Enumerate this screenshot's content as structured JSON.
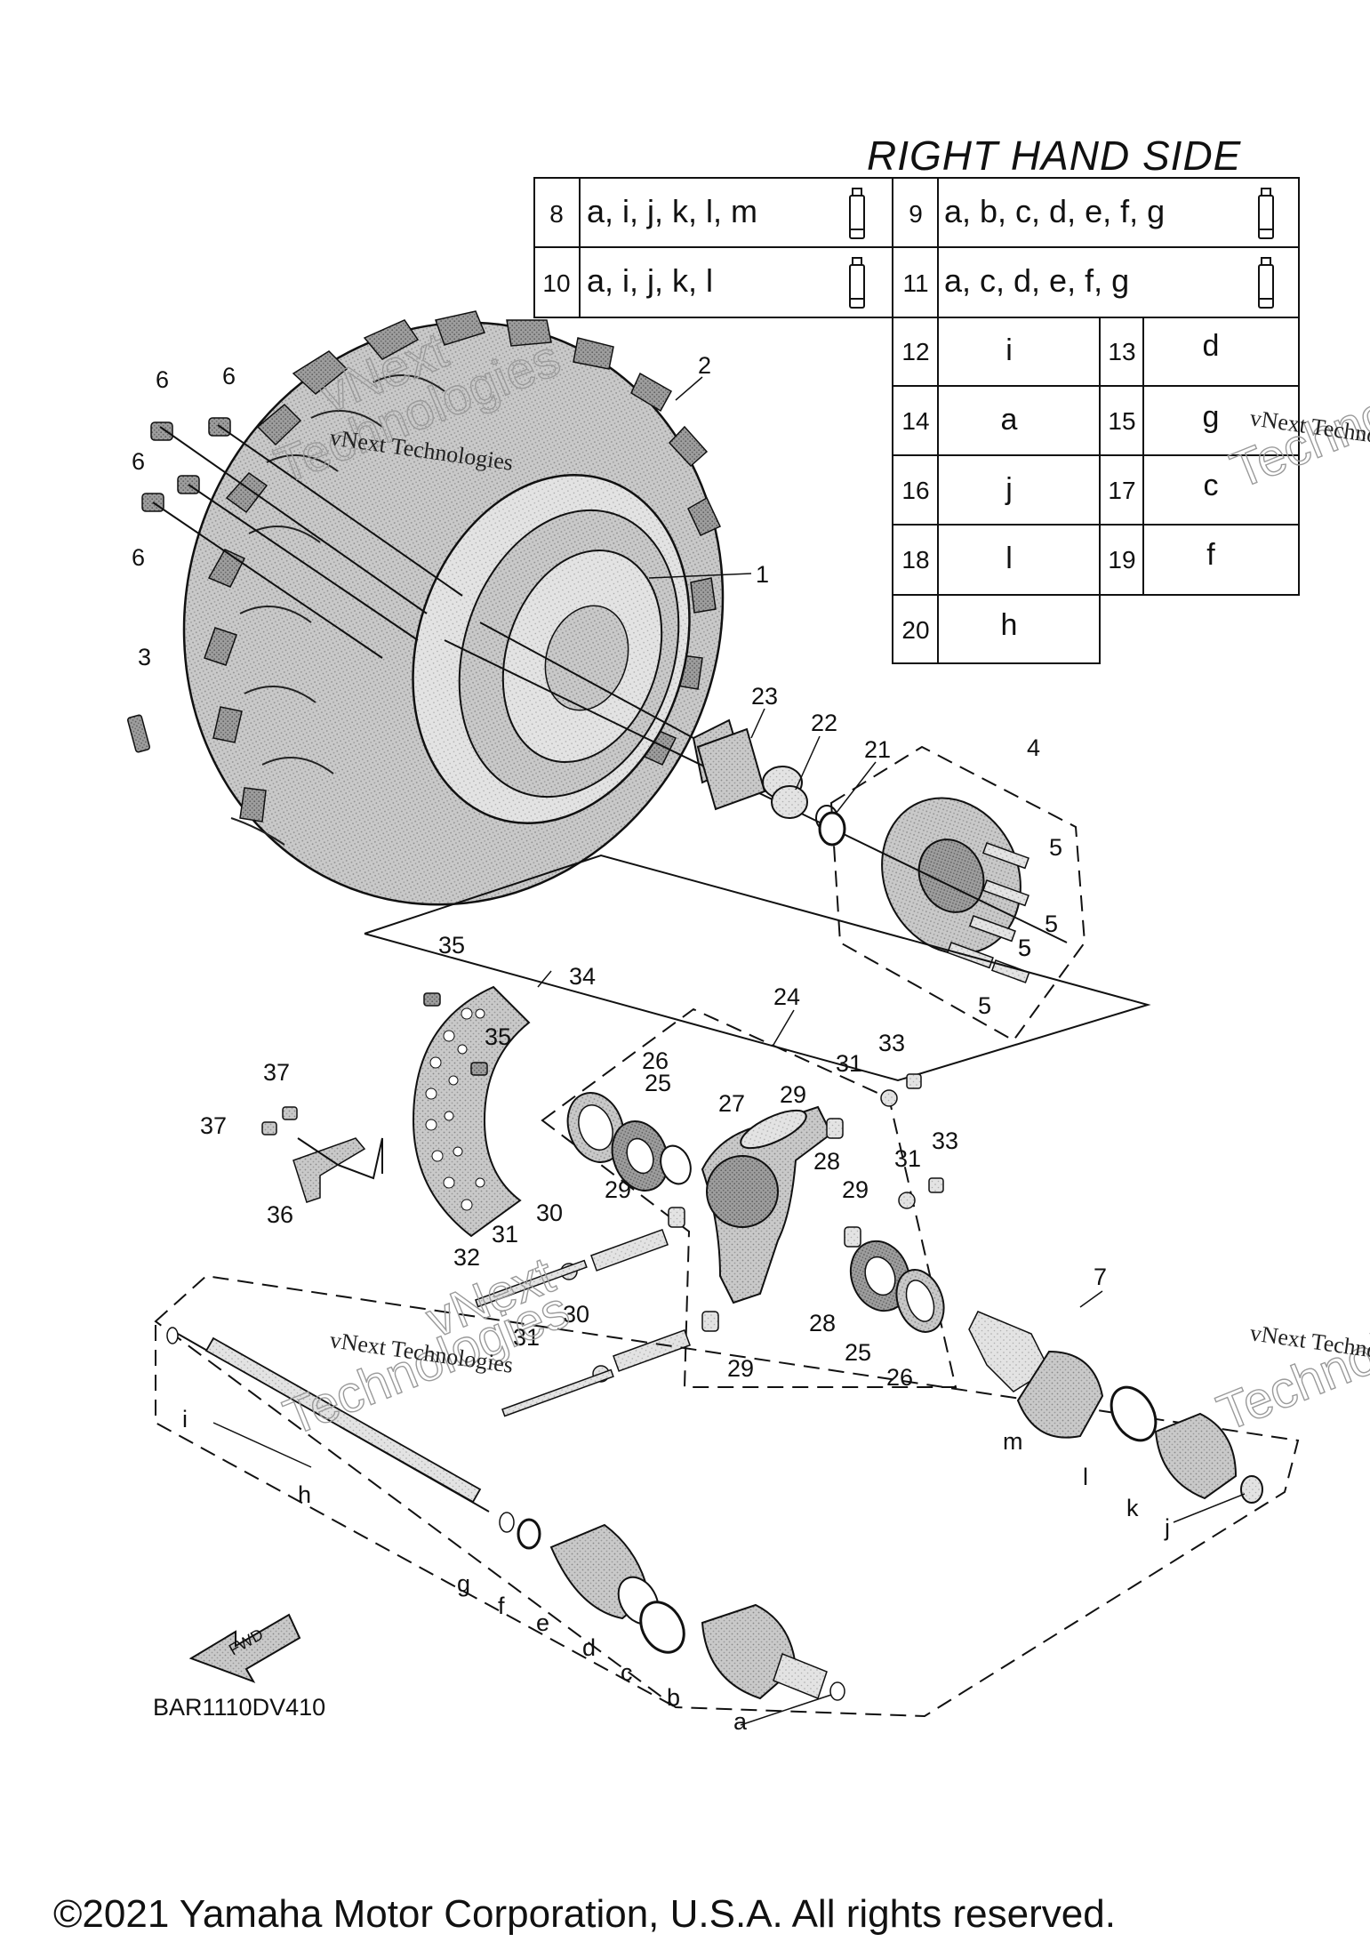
{
  "title": "RIGHT HAND SIDE",
  "table": {
    "top_rows": [
      {
        "left_no": "8",
        "left_parts": "a, i, j, k, l, m",
        "right_no": "9",
        "right_parts": "a, b, c, d, e, f, g"
      },
      {
        "left_no": "10",
        "left_parts": "a, i, j, k, l",
        "right_no": "11",
        "right_parts": "a, c, d, e, f, g"
      }
    ],
    "grid_rows": [
      {
        "no1": "12",
        "val1": "i",
        "no2": "13",
        "val2": "d"
      },
      {
        "no1": "14",
        "val1": "a",
        "no2": "15",
        "val2": "g"
      },
      {
        "no1": "16",
        "val1": "j",
        "no2": "17",
        "val2": "c"
      },
      {
        "no1": "18",
        "val1": "l",
        "no2": "19",
        "val2": "f"
      },
      {
        "no1": "20",
        "val1": "h",
        "no2": "",
        "val2": ""
      }
    ]
  },
  "callouts": {
    "c1": "1",
    "c2": "2",
    "c3": "3",
    "c4": "4",
    "c5": "5",
    "c6": "6",
    "c7": "7",
    "c21": "21",
    "c22": "22",
    "c23": "23",
    "c24": "24",
    "c25": "25",
    "c26": "26",
    "c27": "27",
    "c28": "28",
    "c29": "29",
    "c30": "30",
    "c31": "31",
    "c32": "32",
    "c33": "33",
    "c34": "34",
    "c35": "35",
    "c36": "36",
    "c37": "37",
    "la": "a",
    "lb": "b",
    "lc": "c",
    "ld": "d",
    "le": "e",
    "lf": "f",
    "lg": "g",
    "lh": "h",
    "li": "i",
    "lj": "j",
    "lk": "k",
    "ll": "l",
    "lm": "m"
  },
  "fwd_label": "FWD",
  "watermark": {
    "brand": "vNext",
    "line1": "vNext Technologies",
    "line2": "Technologies"
  },
  "diagram_code": "BAR1110DV410",
  "copyright": "©2021 Yamaha Motor Corporation, U.S.A. All rights reserved."
}
